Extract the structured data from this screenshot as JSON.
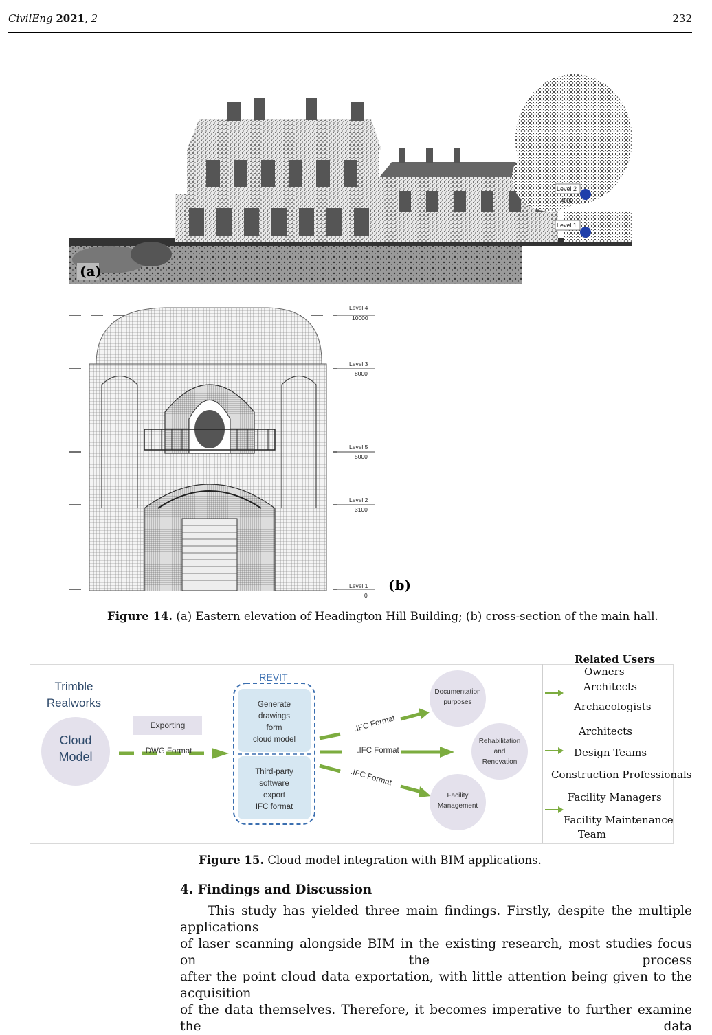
{
  "header": {
    "journal": "CivilEng",
    "year": "2021",
    "volume": "2",
    "page": "232"
  },
  "figure14": {
    "panel_a_label": "(a)",
    "panel_b_label": "(b)",
    "elevation_levels": [
      {
        "name": "Level 2",
        "value": "4000"
      },
      {
        "name": "Level 1",
        "value": ""
      }
    ],
    "section_levels": [
      {
        "name": "Level 4",
        "value": "10000"
      },
      {
        "name": "Level 3",
        "value": "8000"
      },
      {
        "name": "Level 5",
        "value": "5000"
      },
      {
        "name": "Level 2",
        "value": "3100"
      },
      {
        "name": "Level 1",
        "value": "0"
      }
    ],
    "caption_label": "Figure 14.",
    "caption_text": "(a) Eastern elevation of Headington Hill Building; (b) cross-section of the main hall."
  },
  "figure15": {
    "source_title_1": "Trimble",
    "source_title_2": "Realworks",
    "cloud_1": "Cloud",
    "cloud_2": "Model",
    "exporting": "Exporting",
    "dwg": ".DWG Format",
    "revit": "REVIT",
    "revit_top": [
      "Generate",
      "drawings",
      "form",
      "cloud model"
    ],
    "revit_bottom": [
      "Third-party",
      "software",
      "export",
      "IFC format"
    ],
    "ifc_labels": [
      ".IFC Format",
      ".IFC Format",
      ".IFC Format"
    ],
    "circle_doc": [
      "Documentation",
      "purposes"
    ],
    "circle_reha": [
      "Rehabilitation",
      "and",
      "Renovation"
    ],
    "circle_fac": [
      "Facility",
      "Management"
    ],
    "related_users_title": "Related Users",
    "users_group1": [
      "Owners",
      "Architects",
      "Archaeologists"
    ],
    "users_group2": [
      "Architects",
      "Design Teams",
      "Construction Professionals"
    ],
    "users_group3": [
      "Facility Managers",
      "Facility Maintenance",
      "Team"
    ],
    "caption_label": "Figure 15.",
    "caption_text": "Cloud model integration with BIM applications."
  },
  "section": {
    "heading": "4. Findings and Discussion",
    "lines": [
      "This study has yielded three main findings. Firstly, despite the multiple applications",
      "of laser scanning alongside BIM in the existing research, most studies focus on the process",
      "after the point cloud data exportation, with little attention being given to the acquisition",
      "of the data themselves. Therefore, it becomes imperative to further examine the data"
    ]
  }
}
